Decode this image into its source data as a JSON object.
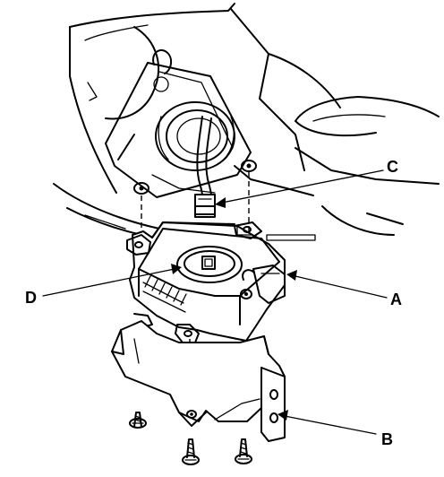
{
  "callouts": [
    {
      "id": "A",
      "label": "A"
    },
    {
      "id": "B",
      "label": "B"
    },
    {
      "id": "C",
      "label": "C"
    },
    {
      "id": "D",
      "label": "D"
    }
  ]
}
